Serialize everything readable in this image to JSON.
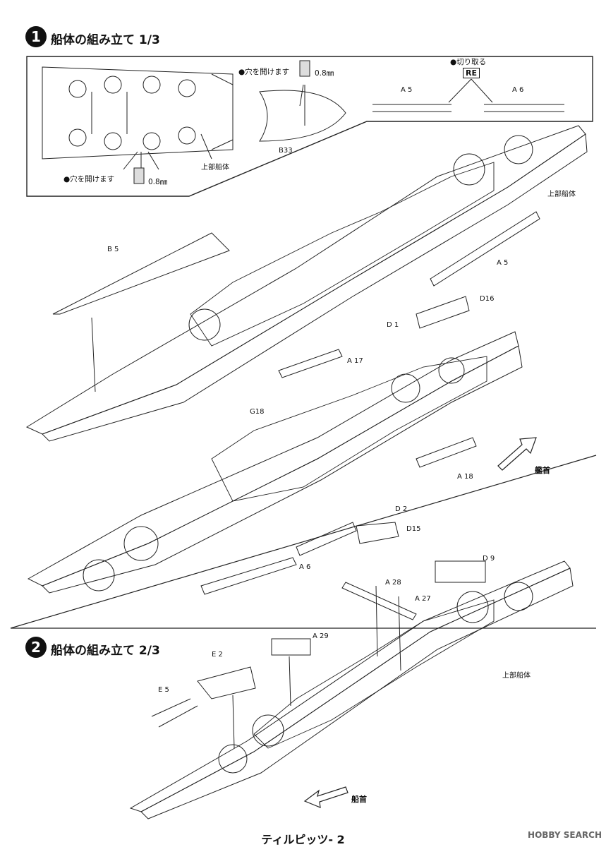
{
  "steps": [
    {
      "number": "1",
      "title": "船体の組み立て 1/3"
    },
    {
      "number": "2",
      "title": "船体の組み立て 2/3"
    }
  ],
  "notes": {
    "drill_1": "●穴を開けます",
    "drill_2": "●穴を開けます",
    "drill_size_1": "0.8㎜",
    "drill_size_2": "0.8㎜",
    "cut": "●切り取る",
    "cut_badge": "RE"
  },
  "labels": {
    "upper_hull_1": "上部船体",
    "upper_hull_2": "上部船体",
    "upper_hull_3": "上部船体",
    "b33": "B33",
    "a5_detail": "A 5",
    "a6_detail": "A 6",
    "b5": "B 5",
    "a5": "A 5",
    "d16": "D16",
    "d1": "D 1",
    "a17": "A 17",
    "g18": "G18",
    "a18": "A 18",
    "d2": "D 2",
    "d15": "D15",
    "a6": "A 6",
    "d9": "D 9",
    "a28": "A 28",
    "a27": "A 27",
    "a29": "A 29",
    "e2": "E 2",
    "e5": "E 5"
  },
  "directions": {
    "bow_1": "艦首",
    "bow_2": "船首"
  },
  "footer": "ティルピッツ- 2",
  "watermark": "HOBBY SEARCH"
}
